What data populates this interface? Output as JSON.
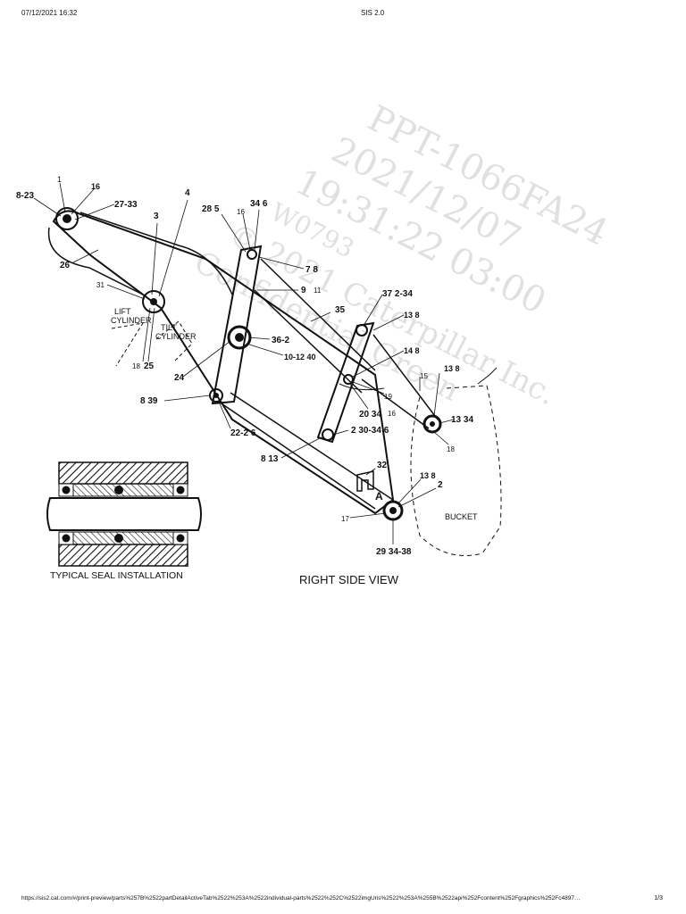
{
  "header": {
    "datetime": "07/12/2021 16:32",
    "app_title": "SIS 2.0"
  },
  "footer": {
    "url": "https://sis2.cat.com/#/print-preview/parts%257B%2522partDetailActiveTab%2522%253A%2522individual-parts%2522%252C%2522imgUris%2522%253A%255B%2522api%252Fcontent%252Fgraphics%252Fc4897…",
    "page": "1/3"
  },
  "watermark": {
    "line1": "PPT-1066FA24",
    "line2": "2021/12/07",
    "line3": "19:31:22 03:00",
    "line4": "W0793",
    "line5": "© 2021 Caterpillar Inc.",
    "line6": "Confidential Green"
  },
  "captions": {
    "seal": "TYPICAL SEAL INSTALLATION",
    "view": "RIGHT SIDE VIEW",
    "lift_cylinder_1": "LIFT",
    "lift_cylinder_2": "CYLINDER",
    "tilt_cylinder_1": "TILT",
    "tilt_cylinder_2": "CYLINDER",
    "bucket": "BUCKET",
    "point_a": "A"
  },
  "callouts": [
    "8-23",
    "1",
    "16",
    "27-33",
    "4",
    "3",
    "26",
    "31",
    "18",
    "25",
    "28 5",
    "16",
    "34 6",
    "7 8",
    "9",
    "36-2",
    "10-12 40",
    "24",
    "8 39",
    "22-2 6",
    "35",
    "37 2-34",
    "13 8",
    "14 8",
    "19",
    "20 34",
    "16",
    "2 30-34 6",
    "8 13",
    "15",
    "13 8",
    "13 34",
    "18",
    "32",
    "13 8",
    "2",
    "17",
    "29 34-38",
    "11"
  ]
}
